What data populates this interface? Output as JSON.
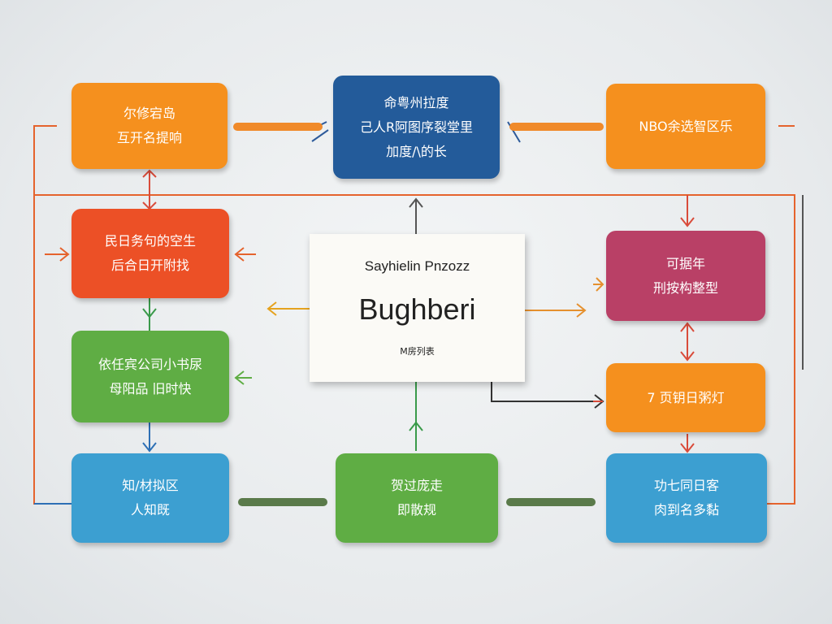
{
  "colors": {
    "orange": "#f5901e",
    "blue": "#235b9a",
    "red": "#ec5026",
    "magenta": "#b94066",
    "green": "#5fad44",
    "lightblue": "#3c9fd1"
  },
  "center": {
    "subtitle": "Sayhielin Pnzozz",
    "title": "Bughberi",
    "footer": "M房列表"
  },
  "boxes": {
    "top_left": [
      "尔修宕岛",
      "互开名提响"
    ],
    "top_center": [
      "命粤州拉度",
      "己人R阿图序裂堂里",
      "加度/\\的长"
    ],
    "top_right": [
      "NBO余选智区乐"
    ],
    "mid_left_red": [
      "民日务句的空生",
      "后合日开附找"
    ],
    "mid_left_green": [
      "依任宾公司小书尿",
      "母阳品 旧时快"
    ],
    "bottom_left": [
      "知/材拟区",
      "人知既"
    ],
    "bottom_center": [
      "贺过庞走",
      "即散规"
    ],
    "right_magenta": [
      "可据年",
      "刑按构整型"
    ],
    "right_orange": [
      "7 页钥日粥灯"
    ],
    "bottom_right": [
      "功七同日客",
      "肉到名多黏"
    ]
  }
}
